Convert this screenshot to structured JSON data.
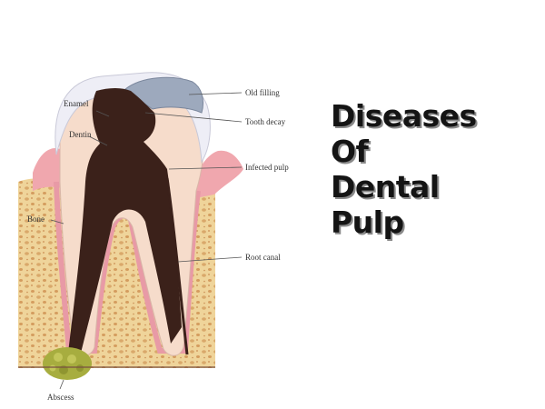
{
  "labels": {
    "enamel": "Enamel",
    "dentin": "Dentin",
    "bone": "Bone",
    "abscess": "Abscess",
    "old_filling": "Old filling",
    "tooth_decay": "Tooth decay",
    "infected_pulp": "Infected pulp",
    "root_canal": "Root canal"
  },
  "title": {
    "line1": "Diseases",
    "line2": "Of",
    "line3": "Dental",
    "line4": "Pulp"
  },
  "colors": {
    "bone": "#efd49a",
    "bone_pores": "#d9a86a",
    "gum": "#f0a7ae",
    "dentin": "#f6dccb",
    "enamel": "#eeeef6",
    "pulp": "#3b211a",
    "filling": "#9da9bd",
    "abscess": "#a7ad3f"
  }
}
